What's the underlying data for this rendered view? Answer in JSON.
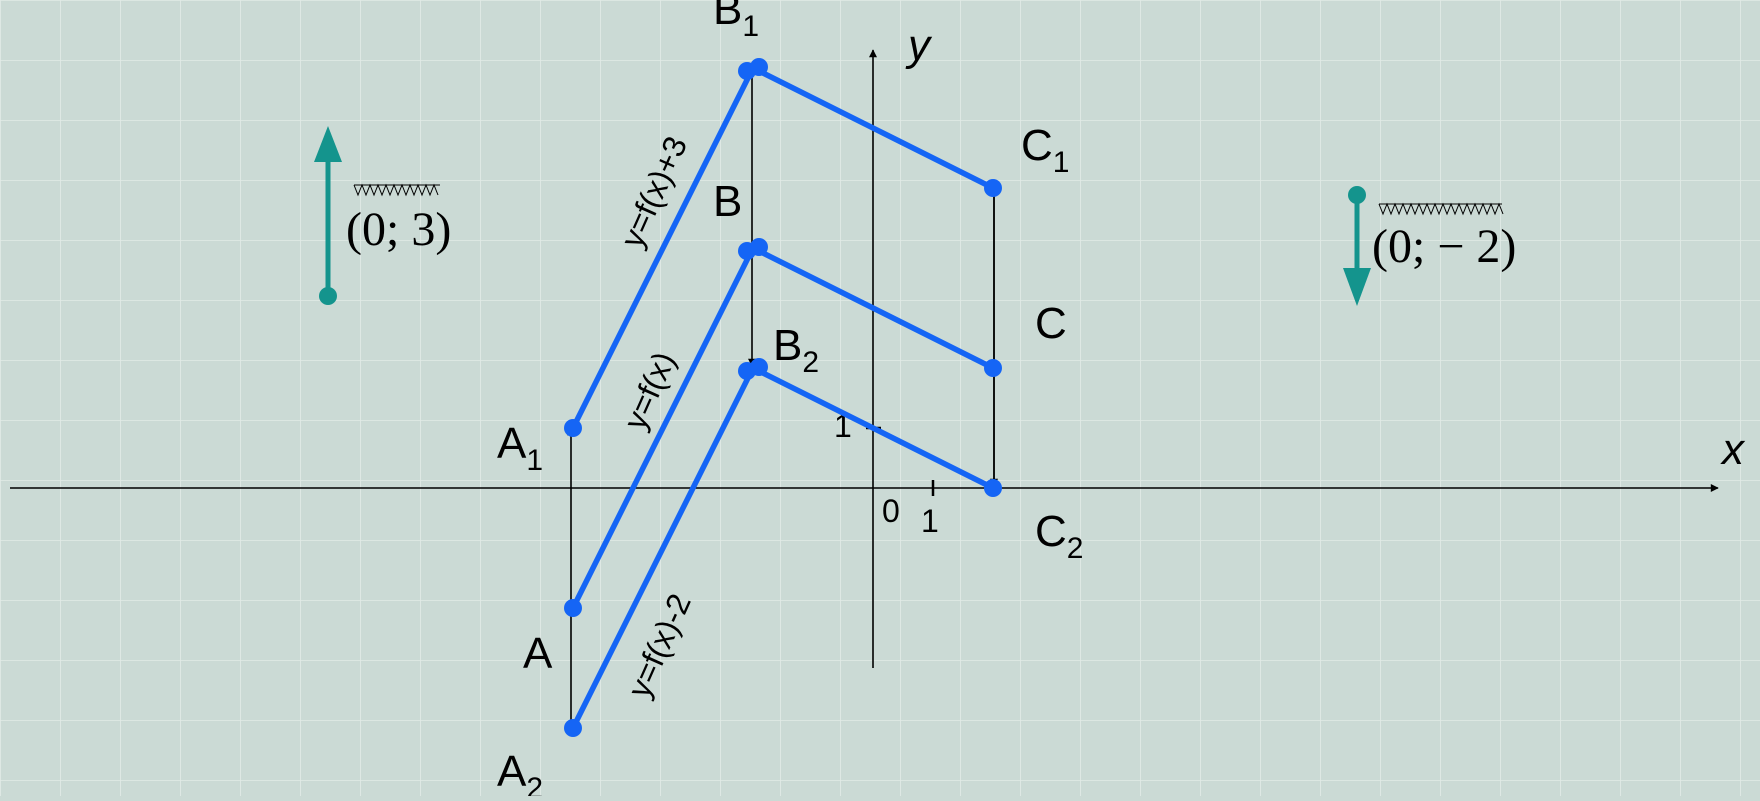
{
  "colors": {
    "background": "#cbdad5",
    "grid": "#dfe9e5",
    "graph": "#1565f5",
    "vector": "#14948d",
    "axis": "#000000"
  },
  "axes": {
    "x_label": "x",
    "y_label": "y",
    "origin_label": "0",
    "x_unit_label": "1",
    "y_unit_label": "1"
  },
  "curves": [
    {
      "id": "original",
      "label": "y=f(x)",
      "points": [
        {
          "name": "A",
          "sub": "",
          "x": -5,
          "y": -2
        },
        {
          "name": "B",
          "sub": "",
          "x": -2,
          "y": 4
        },
        {
          "name": "C",
          "sub": "",
          "x": 2,
          "y": 2
        }
      ]
    },
    {
      "id": "shift-up",
      "label": "y=f(x)+3",
      "points": [
        {
          "name": "A",
          "sub": "1",
          "x": -5,
          "y": 1
        },
        {
          "name": "B",
          "sub": "1",
          "x": -2,
          "y": 7
        },
        {
          "name": "C",
          "sub": "1",
          "x": 2,
          "y": 5
        }
      ]
    },
    {
      "id": "shift-down",
      "label": "y=f(x)-2",
      "points": [
        {
          "name": "A",
          "sub": "2",
          "x": -5,
          "y": -4
        },
        {
          "name": "B",
          "sub": "2",
          "x": -2,
          "y": 2
        },
        {
          "name": "C",
          "sub": "2",
          "x": 2,
          "y": 0
        }
      ]
    }
  ],
  "vectors": [
    {
      "id": "up",
      "direction": "up",
      "text": "(0; 3)"
    },
    {
      "id": "down",
      "direction": "down",
      "text": "(0; − 2)"
    }
  ]
}
